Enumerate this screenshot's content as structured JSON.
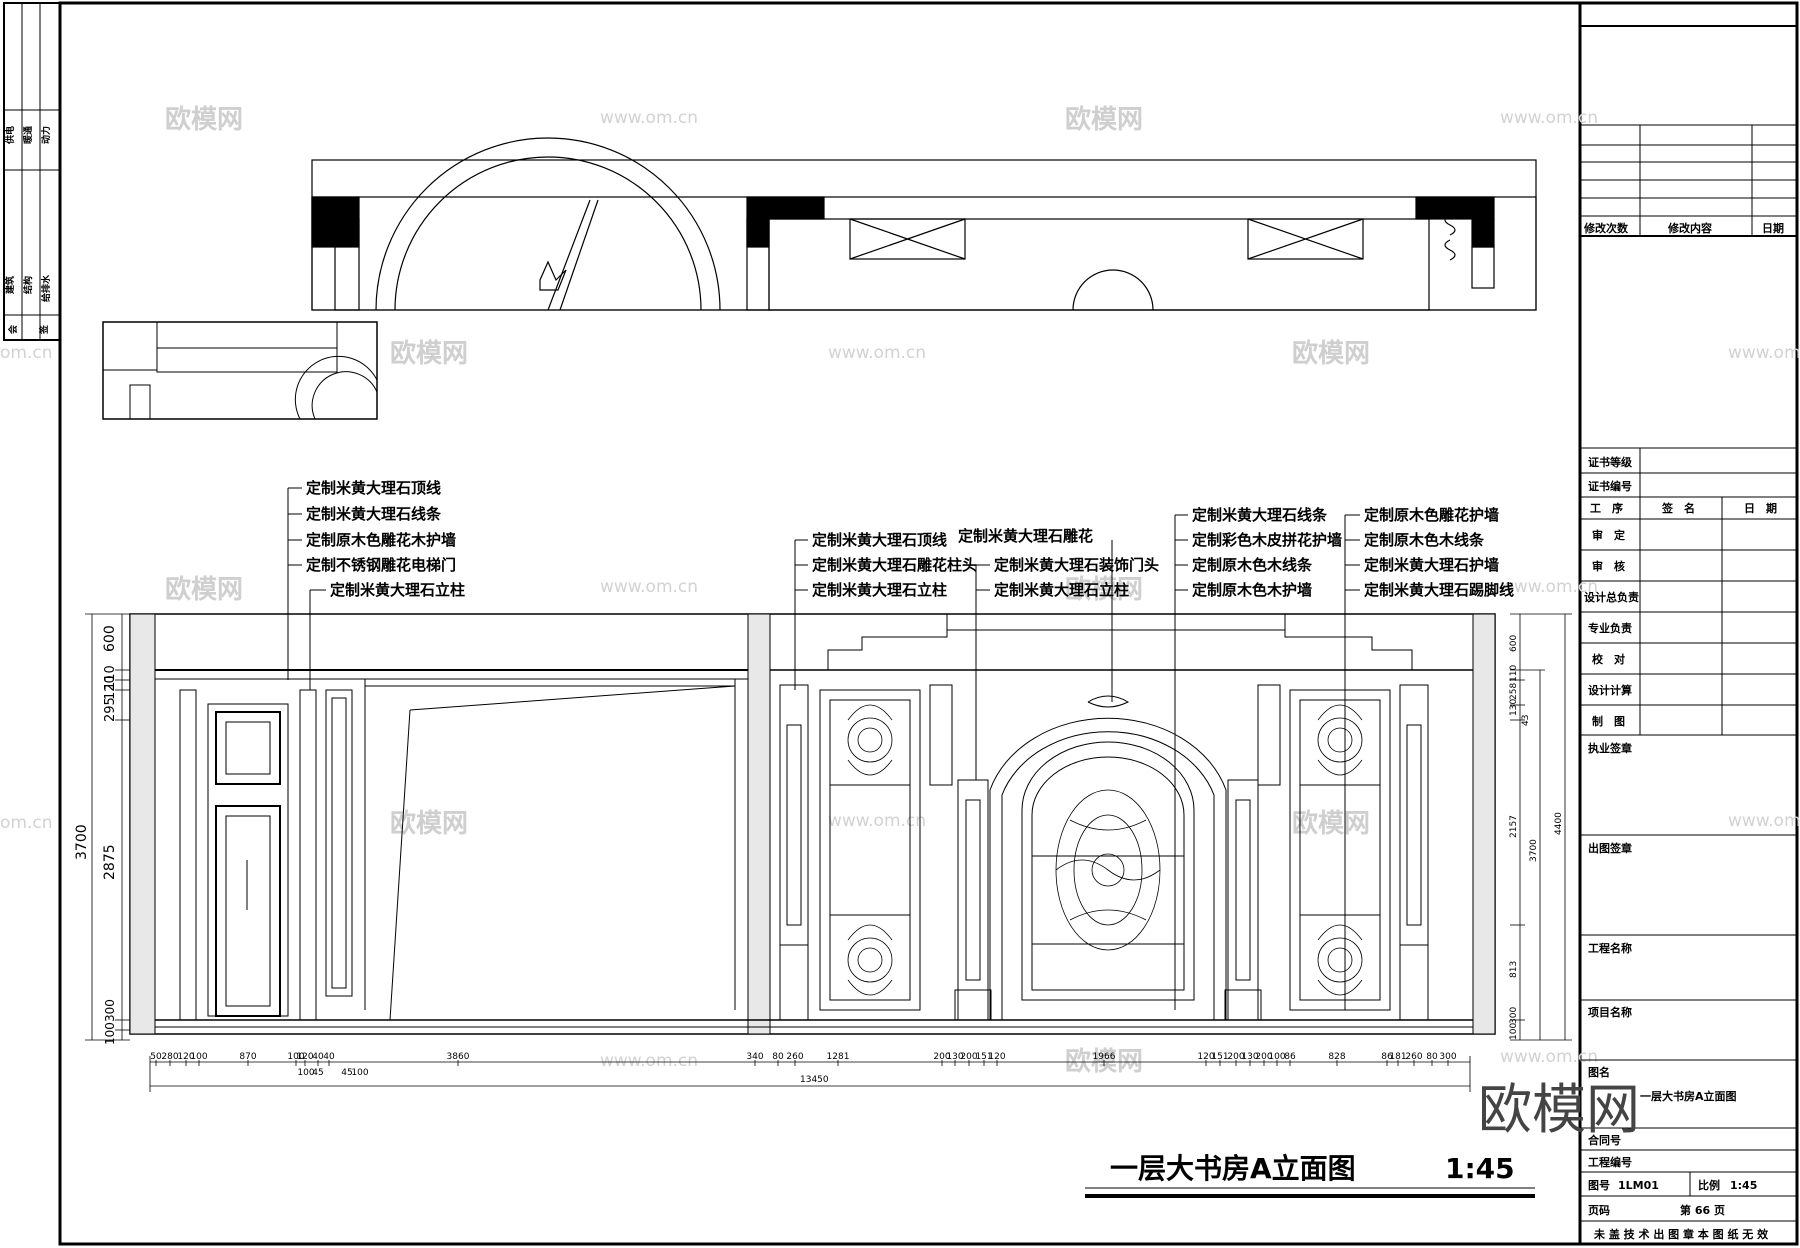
{
  "side_strip": {
    "top": [
      "供电",
      "暖通",
      "动力"
    ],
    "bottom": [
      "建筑",
      "结构",
      "给排水"
    ],
    "countersign": [
      "会",
      "签"
    ]
  },
  "watermark": {
    "logo": "欧模网",
    "url": "www.om.cn",
    "edge_url": "om.cn",
    "big": "欧模网"
  },
  "labels_left": [
    "定制米黄大理石顶线",
    "定制米黄大理石线条",
    "定制原木色雕花木护墙",
    "定制不锈钢雕花电梯门",
    "定制米黄大理石立柱"
  ],
  "labels_mid_a": [
    "定制米黄大理石顶线",
    "定制米黄大理石雕花柱头",
    "定制米黄大理石立柱"
  ],
  "labels_mid_b": [
    "定制米黄大理石雕花",
    "定制米黄大理石装饰门头",
    "定制米黄大理石立柱"
  ],
  "labels_right_a": [
    "定制米黄大理石线条",
    "定制彩色木皮拼花护墙",
    "定制原木色木线条",
    "定制原木色木护墙"
  ],
  "labels_right_b": [
    "定制原木色雕花护墙",
    "定制原木色木线条",
    "定制米黄大理石护墙",
    "定制米黄大理石踢脚线"
  ],
  "dims_left_vertical": [
    "600",
    "110",
    "120",
    "295",
    "2875",
    "3700",
    "100",
    "300"
  ],
  "dims_right_inner": [
    "600",
    "110",
    "258",
    "130",
    "43",
    "2157",
    "813",
    "100",
    "300"
  ],
  "dims_right_outer": [
    "3700",
    "4400"
  ],
  "dims_bottom": [
    "50",
    "280",
    "120",
    "100",
    "870",
    "100",
    "120",
    "40",
    "40",
    "3860",
    "340",
    "80",
    "260",
    "1281",
    "200",
    "130",
    "200",
    "151",
    "120",
    "1966",
    "120",
    "151",
    "200",
    "130",
    "200",
    "100",
    "86",
    "828",
    "86",
    "181",
    "260",
    "80",
    "300"
  ],
  "dims_bottom_sub": [
    "100",
    "45",
    "45",
    "100"
  ],
  "dim_total": "13450",
  "title_block": {
    "revision_count": "修改次数",
    "revision_content": "修改内容",
    "date": "日期",
    "cert_level": "证书等级",
    "cert_no": "证书编号",
    "process": "工　序",
    "sign": "签　名",
    "date2": "日　期",
    "rows": [
      "审　定",
      "审　核",
      "设计总负责",
      "专业负责",
      "校　对",
      "设计计算",
      "制　图"
    ],
    "practice_sign": "执业签章",
    "issue_sign": "出图签章",
    "project_name": "工程名称",
    "item_name": "项目名称",
    "drawing_name_label": "图名",
    "drawing_name": "一层大书房A立面图",
    "contract_no": "合同号",
    "project_no": "工程编号",
    "drawing_no_label": "图号",
    "drawing_no": "1LM01",
    "scale_label": "比例",
    "scale": "1:45",
    "page_label": "页码",
    "page": "第 66 页",
    "footer": "未 盖 技 术 出 图 章  本 图 纸 无 效"
  },
  "main_title": "一层大书房A立面图",
  "main_scale": "1:45"
}
